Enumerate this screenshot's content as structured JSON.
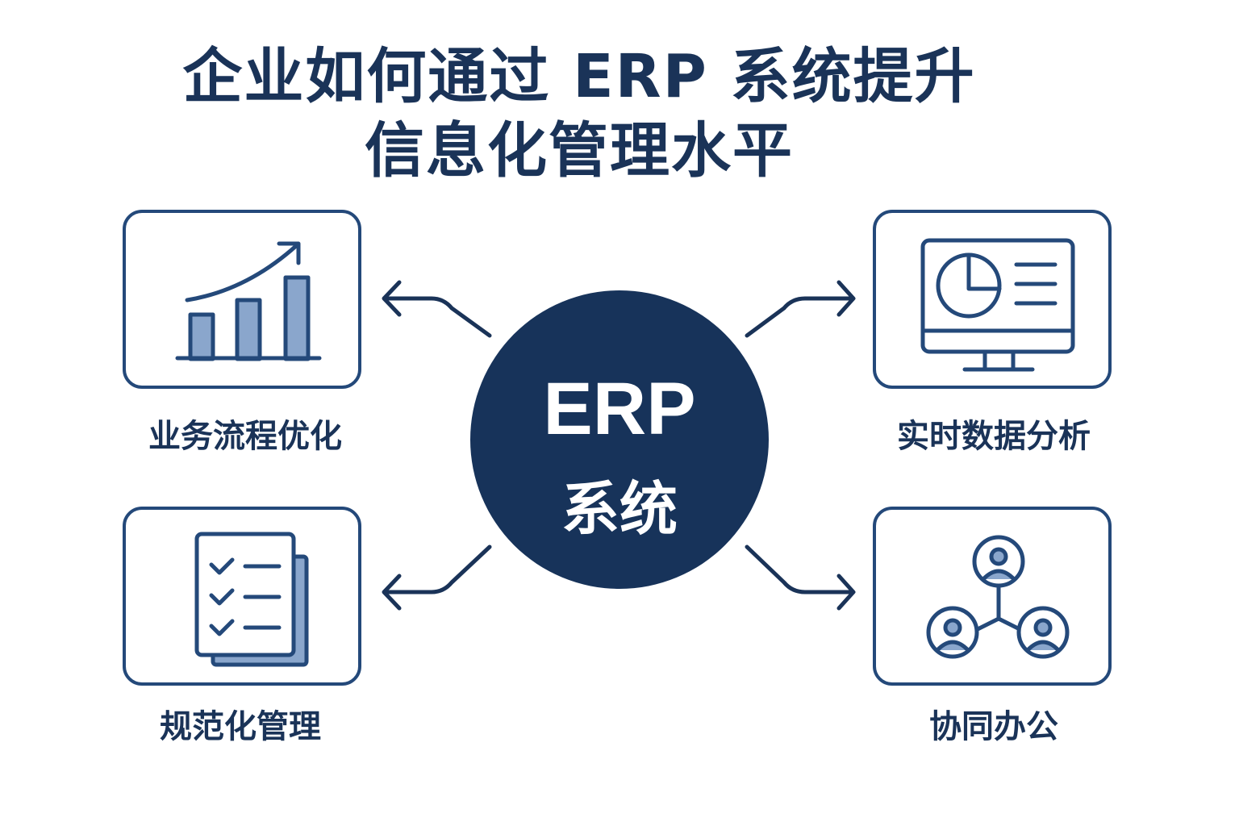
{
  "title": {
    "line1": "企业如何通过 ERP 系统提升",
    "line2": "信息化管理水平"
  },
  "hub": {
    "name": "ERP",
    "subtitle": "系统"
  },
  "nodes": [
    {
      "label": "业务流程优化",
      "icon": "bar-chart-growth-icon"
    },
    {
      "label": "实时数据分析",
      "icon": "monitor-dashboard-icon"
    },
    {
      "label": "规范化管理",
      "icon": "checklist-document-icon"
    },
    {
      "label": "协同办公",
      "icon": "team-network-icon"
    }
  ],
  "colors": {
    "primary": "#17335a",
    "stroke": "#24497a",
    "fill_light": "#8aa6cc"
  }
}
